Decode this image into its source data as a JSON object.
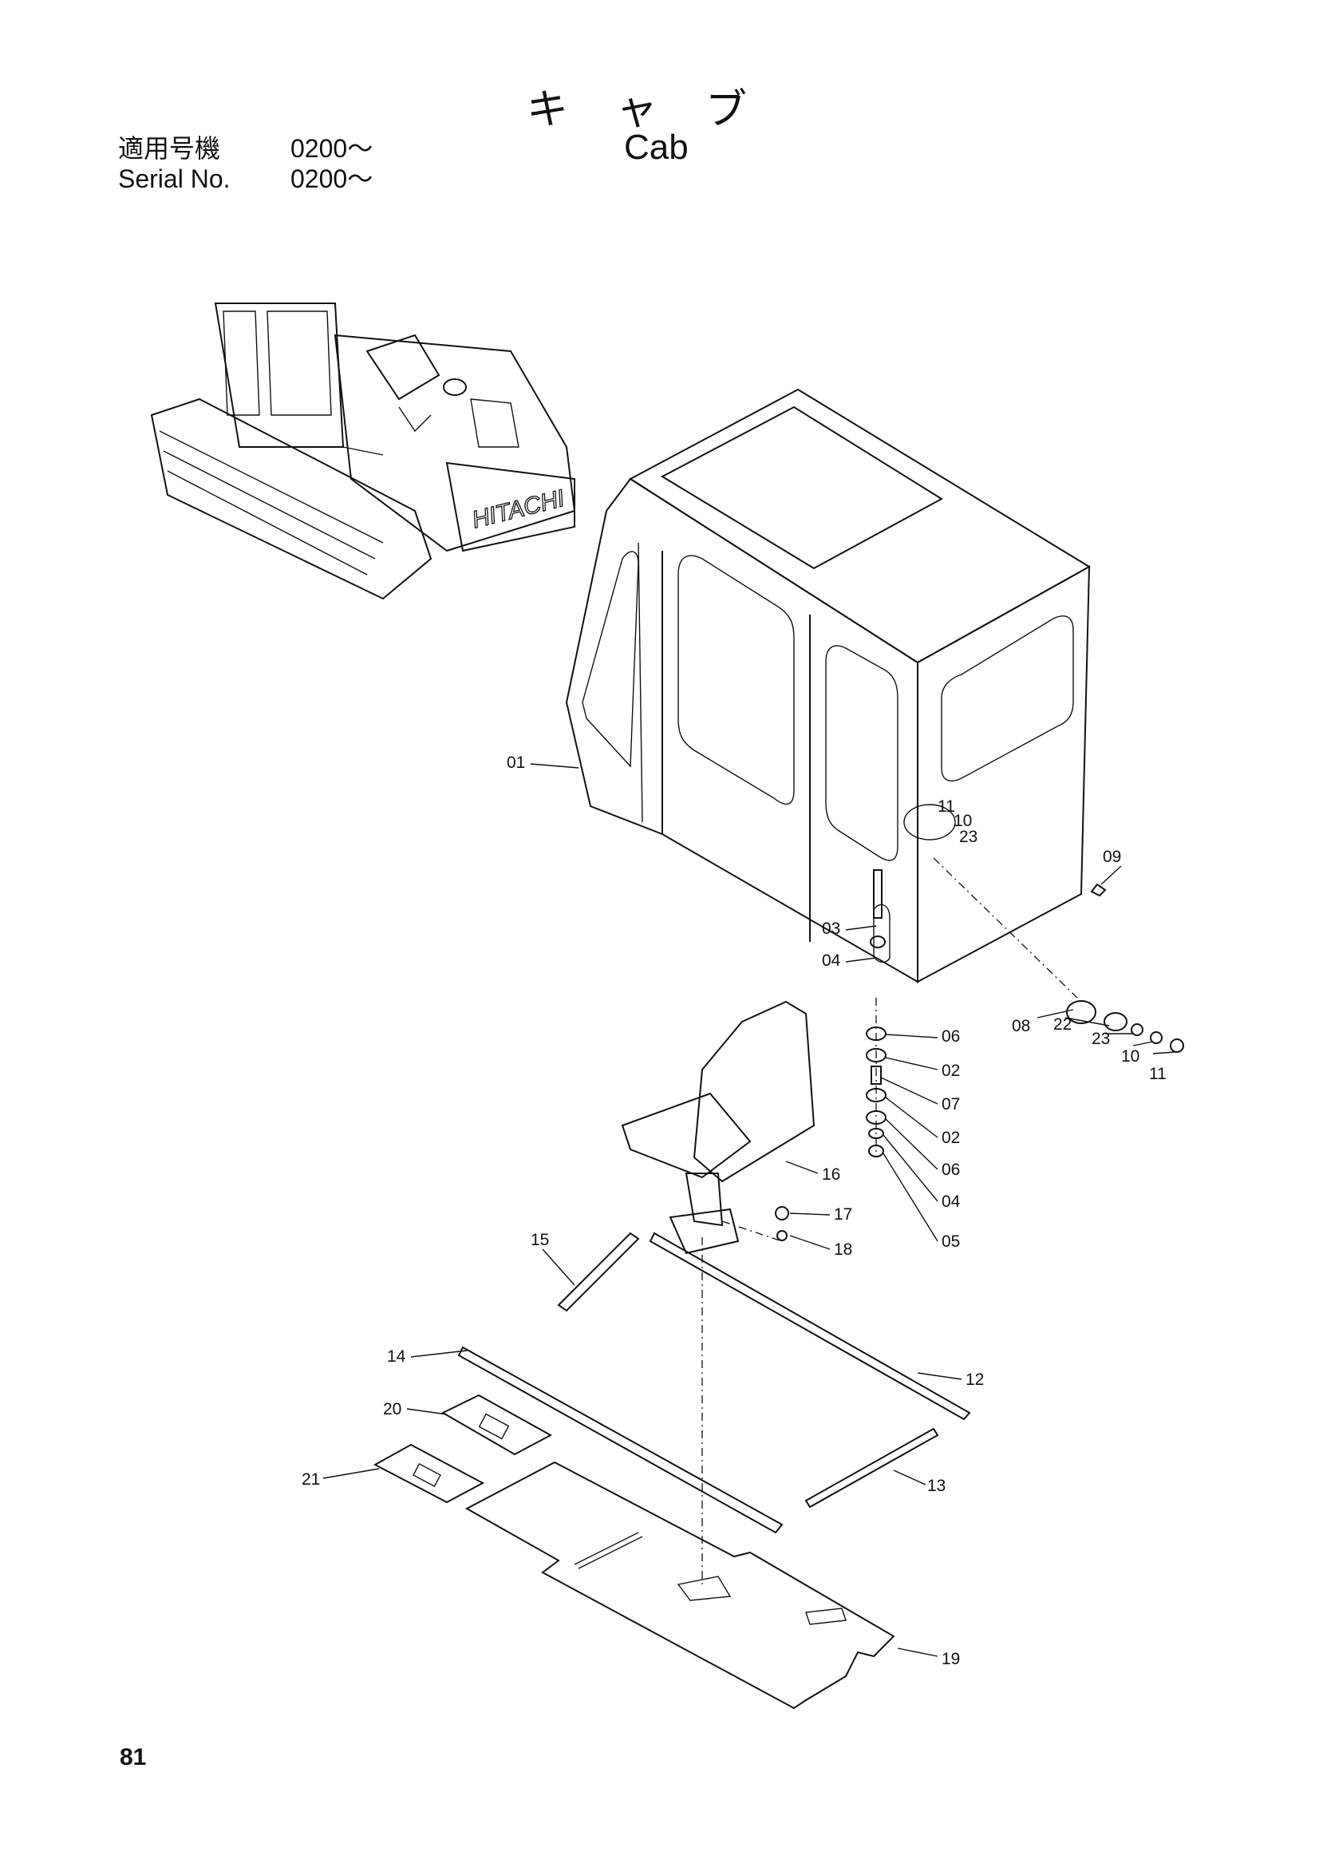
{
  "title_jp": "キャブ",
  "title_en": "Cab",
  "serial_jp_label": "適用号機",
  "serial_jp_value": "0200～",
  "serial_en_label": "Serial No.",
  "serial_en_value": "0200～",
  "machine_brand": "HITACHI",
  "page_number": "81",
  "part_callouts": {
    "p01": "01",
    "p03": "03",
    "p04a": "04",
    "p11a": "11",
    "p10a": "10",
    "p23a": "23",
    "p09": "09",
    "p08": "08",
    "p22": "22",
    "p23b": "23",
    "p10b": "10",
    "p11b": "11",
    "p06a": "06",
    "p02a": "02",
    "p07": "07",
    "p02b": "02",
    "p06b": "06",
    "p04b": "04",
    "p05": "05",
    "p16": "16",
    "p17": "17",
    "p18": "18",
    "p15": "15",
    "p14": "14",
    "p12": "12",
    "p13": "13",
    "p20": "20",
    "p21": "21",
    "p19": "19"
  }
}
